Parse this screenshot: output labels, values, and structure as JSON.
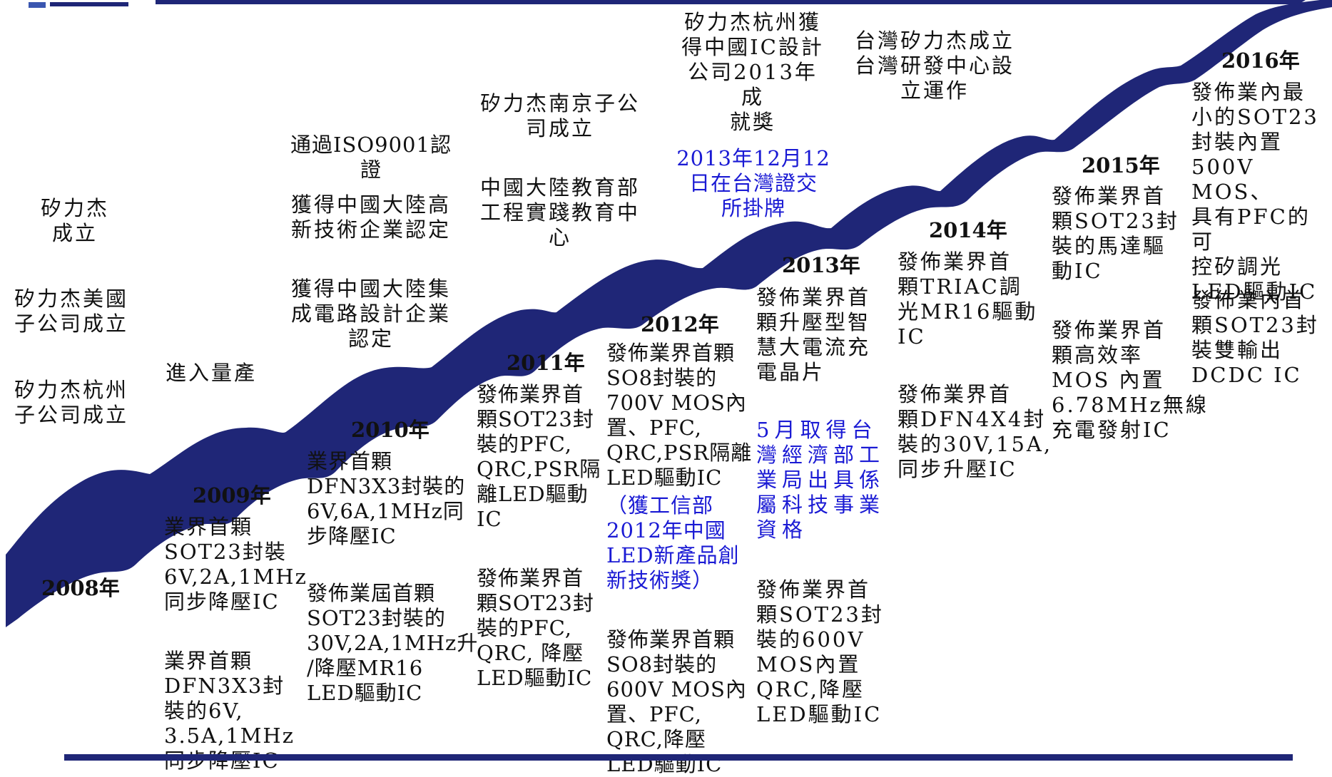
{
  "colors": {
    "ribbon": "#1f2677",
    "highlight": "#1a1ad4",
    "text": "#111111"
  },
  "y2008": {
    "label": "2008年",
    "events": [
      "矽力杰\n成立",
      "矽力杰美國\n子公司成立",
      "矽力杰杭州\n子公司成立"
    ]
  },
  "y2009": {
    "label": "2009年",
    "above": "進入量產",
    "items": [
      "業界首顆\nSOT23封裝\n6V,2A,1MHz\n同步降壓IC",
      "業界首顆\nDFN3X3封\n裝的6V,\n3.5A,1MHz\n同步降壓IC"
    ]
  },
  "y2010": {
    "label": "2010年",
    "above": [
      "通過ISO9001認證",
      "獲得中國大陸高\n新技術企業認定",
      "獲得中國大陸集\n成電路設計企業\n認定"
    ],
    "items": [
      "業界首顆\nDFN3X3封裝的\n6V,6A,1MHz同\n步降壓IC",
      "發佈業屆首顆\nSOT23封裝的\n30V,2A,1MHz升\n/降壓MR16\nLED驅動IC"
    ]
  },
  "y2011": {
    "label": "2011年",
    "above": [
      "矽力杰南京子公\n司成立",
      "中國大陸教育部\n工程實踐教育中\n心"
    ],
    "items": [
      "發佈業界首\n顆SOT23封\n裝的PFC,\nQRC,PSR隔\n離LED驅動\nIC",
      "發佈業界首\n顆SOT23封\n裝的PFC,\nQRC, 降壓\nLED驅動IC"
    ]
  },
  "y2012": {
    "label": "2012年",
    "items": [
      "發佈業界首顆\nSO8封裝的\n700V MOS內\n置、PFC,\nQRC,PSR隔離\nLED驅動IC",
      "發佈業界首顆\nSO8封裝的\n600V MOS內\n置、PFC,\nQRC,降壓\nLED驅動IC"
    ],
    "award": "（獲工信部\n2012年中國\nLED新產品創\n新技術獎）"
  },
  "y2013": {
    "label": "2013年",
    "above": "矽力杰杭州獲\n得中國IC設計\n公司2013年成\n就獎",
    "listing": "2013年12月12\n日在台灣證交\n所掛牌",
    "items": [
      "發佈業界首\n顆升壓型智\n慧大電流充\n電晶片",
      "發佈業界首\n顆SOT23封\n裝的600V\nMOS內置\nQRC,降壓\nLED驅動IC"
    ],
    "note": "5月取得台\n灣經濟部工\n業局出具係\n屬科技事業\n資格"
  },
  "y2014": {
    "label": "2014年",
    "above": "台灣矽力杰成立\n台灣研發中心設\n立運作",
    "items": [
      "發佈業界首\n顆TRIAC調\n光MR16驅動\nIC",
      "發佈業界首\n顆DFN4X4封\n裝的30V,15A,\n同步升壓IC"
    ]
  },
  "y2015": {
    "label": "2015年",
    "items": [
      "發佈業界首\n顆SOT23封\n裝的馬達驅\n動IC",
      "發佈業界首\n顆高效率\nMOS 內置\n6.78MHz無線\n充電發射IC"
    ]
  },
  "y2016": {
    "label": "2016年",
    "items": [
      "發佈業內最\n小的SOT23\n封裝內置\n500V MOS、\n具有PFC的可\n控矽調光\nLED驅動IC",
      "發佈業內首\n顆SOT23封\n裝雙輸出\nDCDC IC"
    ]
  }
}
